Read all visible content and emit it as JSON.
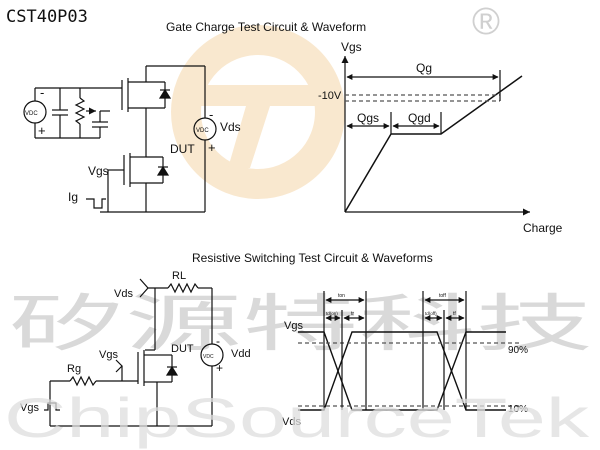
{
  "header": {
    "part_number": "CST40P03",
    "registered_mark": "®"
  },
  "watermark": {
    "chinese": "矽源特科技",
    "english": "ChipSourceTek"
  },
  "gate_charge": {
    "title": "Gate Charge Test Circuit & Waveform",
    "circuit": {
      "vdc_left": "VDC",
      "vdc_right": "VDC",
      "vds": "Vds",
      "dut": "DUT",
      "vgs": "Vgs",
      "ig": "Ig",
      "minus": "-",
      "plus": "+"
    },
    "waveform": {
      "y_axis": "Vgs",
      "x_axis": "Charge",
      "level": "-10V",
      "qg": "Qg",
      "qgs": "Qgs",
      "qgd": "Qgd"
    }
  },
  "switching": {
    "title": "Resistive Switching Test Circuit & Waveforms",
    "circuit": {
      "vds": "Vds",
      "rl": "RL",
      "vgs": "Vgs",
      "dut": "DUT",
      "rg": "Rg",
      "vdd": "Vdd",
      "vdc": "VDC",
      "vgs_pulse": "Vgs",
      "minus": "-",
      "plus": "+"
    },
    "waveform": {
      "vgs": "Vgs",
      "vds": "Vds",
      "p90": "90%",
      "p10": "10%",
      "ton": "ton",
      "toff": "toff",
      "tdon": "td(on)",
      "tr": "tr",
      "tdoff": "td(off)",
      "tf": "tf"
    }
  },
  "colors": {
    "line": "#111111",
    "watermark": "#d9d9d9",
    "logo": "#f6d9b0",
    "dashed": "#555555"
  }
}
